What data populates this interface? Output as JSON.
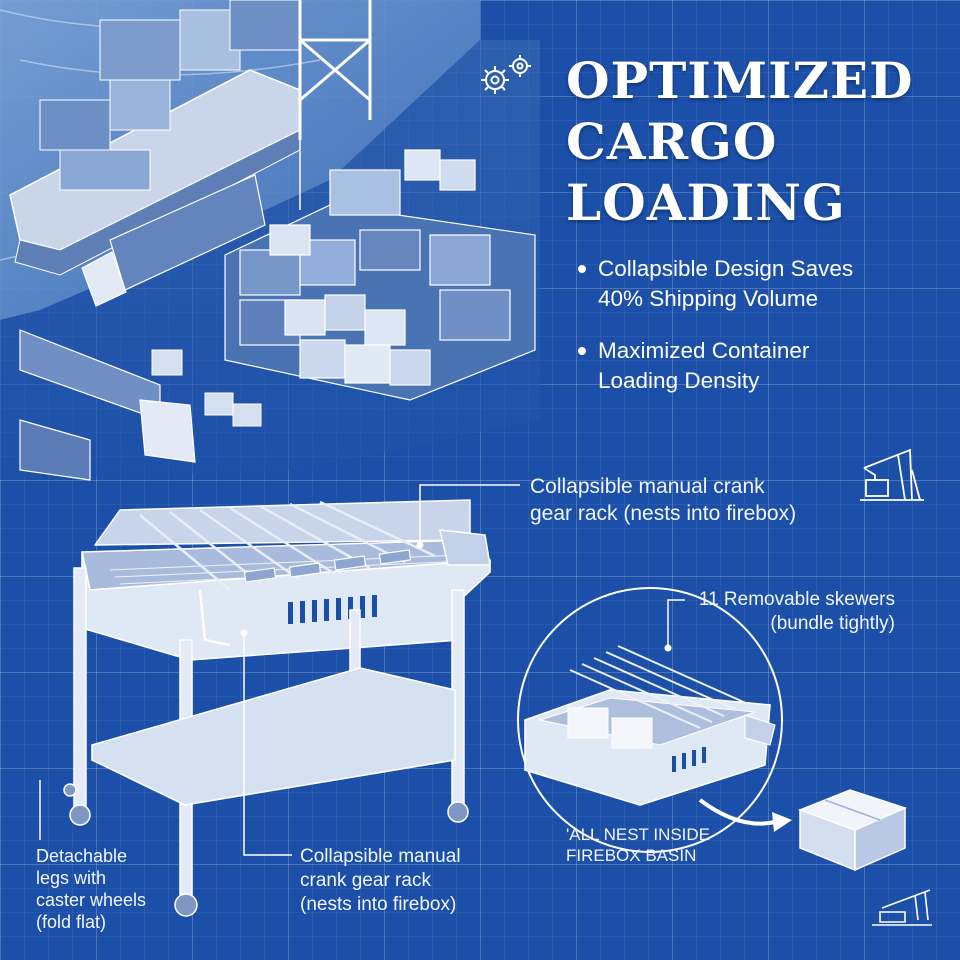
{
  "title": {
    "lines": [
      "OPTIMIZED",
      "CARGO",
      "LOADING"
    ]
  },
  "bullets": [
    {
      "lines": [
        "Collapsible Design Saves",
        "40% Shipping Volume"
      ]
    },
    {
      "lines": [
        "Maximized Container",
        "Loading Density"
      ]
    }
  ],
  "callouts": {
    "gear_rack_top": {
      "lines": [
        "Collapsible manual crank",
        "gear rack (nests into firebox)"
      ]
    },
    "skewers": {
      "lines": [
        "11 Removable skewers",
        "(bundle tightly)"
      ]
    },
    "legs": {
      "lines": [
        "Detachable",
        "legs with",
        "caster wheels",
        "(fold flat)"
      ]
    },
    "gear_rack_bottom": {
      "lines": [
        "Collapsible manual",
        "crank gear rack",
        "(nests into firebox)"
      ]
    },
    "nest": {
      "lines": [
        "'ALL NEST INSIDE",
        "FIREBOX BASIN"
      ]
    }
  },
  "icons": [
    "gear-icon",
    "crane-container-icon",
    "crane-ship-icon",
    "shipping-box-icon",
    "arrow-icon"
  ],
  "colors": {
    "background": "#1b4fa8",
    "line": "#ffffff",
    "panel": "#dfe8f5"
  }
}
